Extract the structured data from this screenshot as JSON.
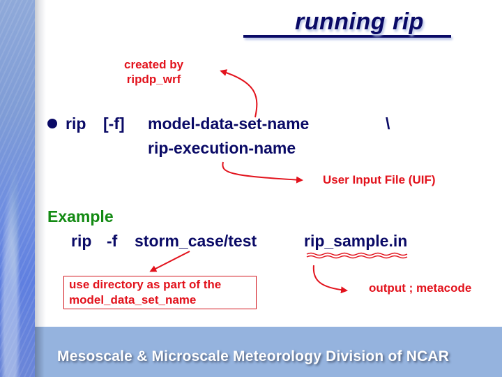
{
  "slide": {
    "title": "running rip",
    "command": {
      "bullet_icon": "bullet-dot",
      "program": "rip",
      "option": "[-f]",
      "arg1": "model-data-set-name",
      "continuation": "\\",
      "arg2": "rip-execution-name"
    },
    "annotations": {
      "created_by": [
        "created by",
        "ripdp_wrf"
      ],
      "uif": "User Input File (UIF)",
      "directory_note": [
        "use directory as part of the",
        "model_data_set_name"
      ],
      "output": "output ; metacode"
    },
    "example": {
      "label": "Example",
      "program": "rip",
      "option": "-f",
      "dataset": "storm_case/test",
      "input_file": "rip_sample.in"
    },
    "footer": "Mesoscale & Microscale Meteorology Division of NCAR",
    "colors": {
      "navy": "#0a0a66",
      "red": "#e2121c",
      "green": "#138a13",
      "footer_band": "#95b3de"
    }
  }
}
